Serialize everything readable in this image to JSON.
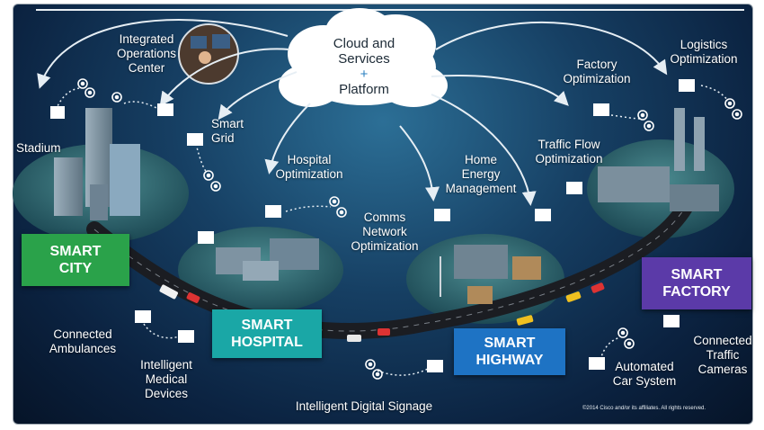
{
  "cloud": {
    "line1": "Cloud and",
    "line2": "Services",
    "plus": "+",
    "line3": "Platform"
  },
  "labels": {
    "ops_center_1": "Integrated",
    "ops_center_2": "Operations",
    "ops_center_3": "Center",
    "stadium": "Stadium",
    "smart_grid_1": "Smart",
    "smart_grid_2": "Grid",
    "hospital_opt_1": "Hospital",
    "hospital_opt_2": "Optimization",
    "comms_1": "Comms",
    "comms_2": "Network",
    "comms_3": "Optimization",
    "home_energy_1": "Home",
    "home_energy_2": "Energy",
    "home_energy_3": "Management",
    "traffic_flow_1": "Traffic Flow",
    "traffic_flow_2": "Optimization",
    "factory_opt_1": "Factory",
    "factory_opt_2": "Optimization",
    "logistics_1": "Logistics",
    "logistics_2": "Optimization",
    "ambulances_1": "Connected",
    "ambulances_2": "Ambulances",
    "med_devices_1": "Intelligent",
    "med_devices_2": "Medical",
    "med_devices_3": "Devices",
    "signage": "Intelligent  Digital Signage",
    "car_system_1": "Automated",
    "car_system_2": "Car System",
    "traffic_cams_1": "Connected",
    "traffic_cams_2": "Traffic",
    "traffic_cams_3": "Cameras"
  },
  "tags": {
    "city_1": "SMART",
    "city_2": "CITY",
    "hospital_1": "SMART",
    "hospital_2": "HOSPITAL",
    "highway_1": "SMART",
    "highway_2": "HIGHWAY",
    "factory_1": "SMART",
    "factory_2": "FACTORY"
  },
  "colors": {
    "city": "#2aa24a",
    "hospital": "#1aa7a6",
    "highway": "#1e73c4",
    "factory": "#5b3aa8",
    "road": "#1b1d22",
    "cloud": "#ffffff"
  },
  "copyright": "©2014 Cisco and/or its affiliates. All rights reserved."
}
